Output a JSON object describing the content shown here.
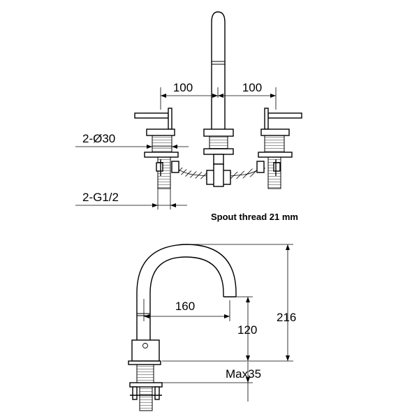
{
  "top_view": {
    "dim_spacing_left": "100",
    "dim_spacing_right": "100",
    "dim_diameter": "2-Ø30",
    "dim_thread": "2-G1/2"
  },
  "note": "Spout thread 21 mm",
  "side_view": {
    "dim_reach": "160",
    "dim_height_outlet": "120",
    "dim_height_total": "216",
    "dim_max_deck": "Max35"
  }
}
